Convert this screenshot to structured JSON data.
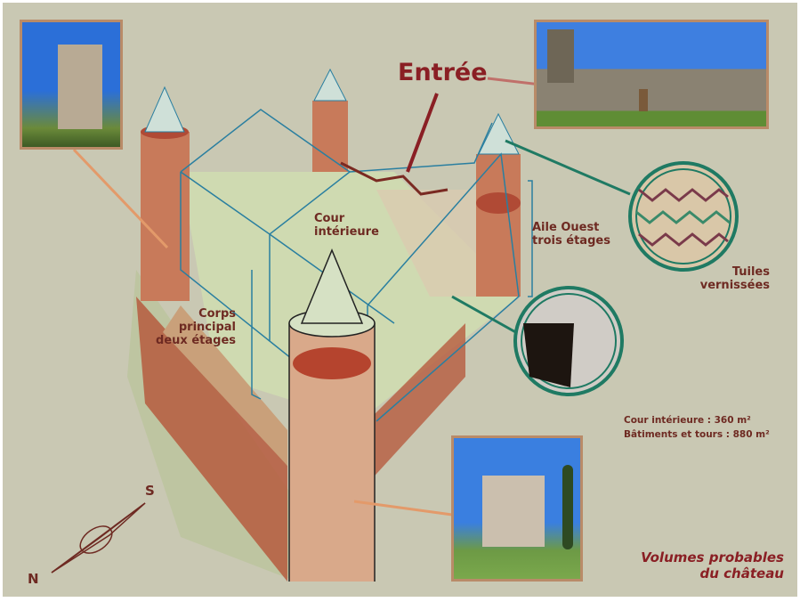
{
  "labels": {
    "entrance": "Entrée",
    "courtyard": [
      "Cour",
      "intérieure"
    ],
    "west_wing": [
      "Aile Ouest",
      "trois étages"
    ],
    "main_body": [
      "Corps",
      "principal",
      "deux étages"
    ],
    "tiles": [
      "Tuiles",
      "vernissées"
    ],
    "courtyard_area": "Cour intérieure : 360 m²",
    "buildings_area": "Bâtiments et tours : 880 m²",
    "title": [
      "Volumes probables",
      "du château"
    ]
  },
  "compass": {
    "south": "S",
    "north": "N"
  },
  "colors": {
    "panel": "#c9c8b3",
    "text": "#6e2a22",
    "title": "#8a1f24",
    "wireframe": "#2a7fa0",
    "callout_green": "#1f7a63",
    "callout_orange": "#e39a6a"
  }
}
